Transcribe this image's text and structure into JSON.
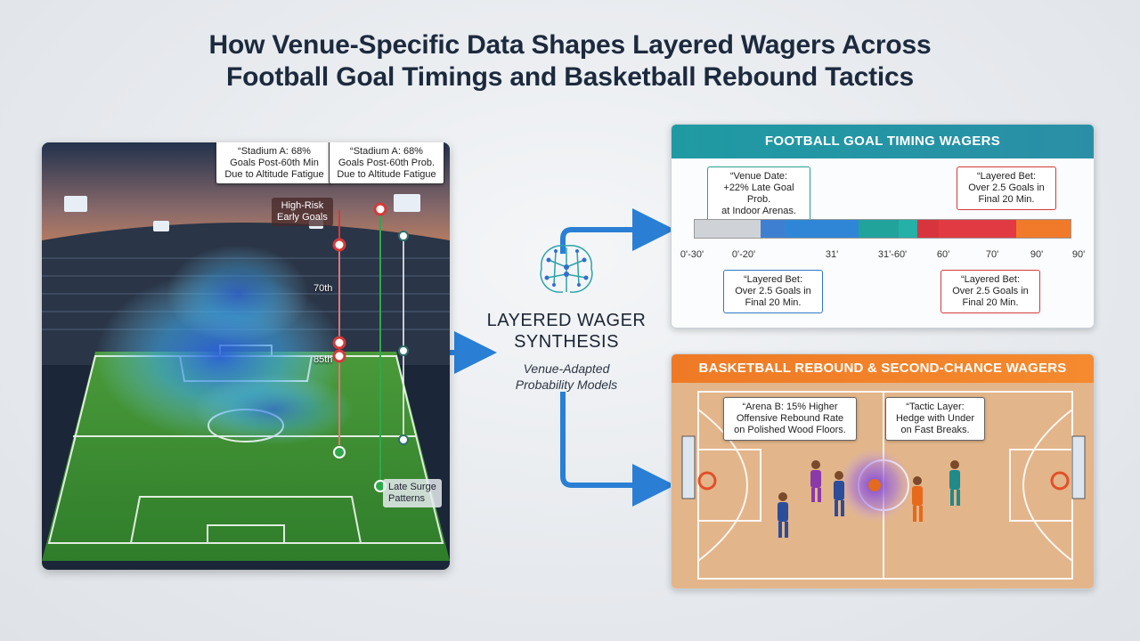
{
  "title": {
    "line1": "How Venue-Specific Data Shapes Layered Wagers Across",
    "line2": "Football Goal Timings and Basketball Rebound Tactics"
  },
  "stadium": {
    "callout_a": {
      "line1": "“Stadium A: 68%",
      "line2": "Goals Post-60th Min",
      "line3": "Due to Altitude Fatigue"
    },
    "callout_b": {
      "line1": "“Stadium A: 68%",
      "line2": "Goals Post-60th Prob.",
      "line3": "Due to Altitude Fatigue"
    },
    "early_tag": {
      "line1": "High-Risk",
      "line2": "Early Goals"
    },
    "minute_70": "70th",
    "minute_85": "85th",
    "late_tag": {
      "line1": "Late Surge",
      "line2": "Patterns"
    }
  },
  "synthesis": {
    "title_line1": "LAYERED WAGER",
    "title_line2": "SYNTHESIS",
    "sub_line1": "Venue-Adapted",
    "sub_line2": "Probability Models"
  },
  "football": {
    "header": "FOOTBALL GOAL TIMING WAGERS",
    "venue_callout": {
      "line1": "“Venue Date:",
      "line2": "+22% Late Goal Prob.",
      "line3": "at Indoor Arenas."
    },
    "top_bet": {
      "line1": "“Layered Bet:",
      "line2": "Over 2.5 Goals in",
      "line3": "Final 20 Min."
    },
    "bottom_bet_left": {
      "line1": "“Layered Bet:",
      "line2": "Over 2.5 Goals in",
      "line3": "Final 20 Min."
    },
    "bottom_bet_right": {
      "line1": "“Layered Bet:",
      "line2": "Over 2.5 Goals in",
      "line3": "Final 20 Min."
    },
    "ticks": [
      "0'-30'",
      "0'-20'",
      "31'",
      "31'-60'",
      "60'",
      "70'",
      "90'",
      "90'"
    ],
    "segment_colors": [
      "#cfd3d8",
      "#3f7fd1",
      "#2f86d6",
      "#21a39c",
      "#25b0a8",
      "#d7343d",
      "#e23a42",
      "#f07a2a"
    ]
  },
  "basketball": {
    "header": "BASKETBALL REBOUND & SECOND-CHANCE WAGERS",
    "arena_callout": {
      "line1": "“Arena B: 15% Higher",
      "line2": "Offensive Rebound Rate",
      "line3": "on Polished Wood Floors."
    },
    "tactic_callout": {
      "line1": "“Tactic Layer:",
      "line2": "Hedge with Under",
      "line3": "on Fast Breaks."
    }
  },
  "colors": {
    "teal": "#1f9aa3",
    "orange": "#ef7a25",
    "arrow_blue": "#2a7fd4",
    "red": "#d33a3a"
  }
}
